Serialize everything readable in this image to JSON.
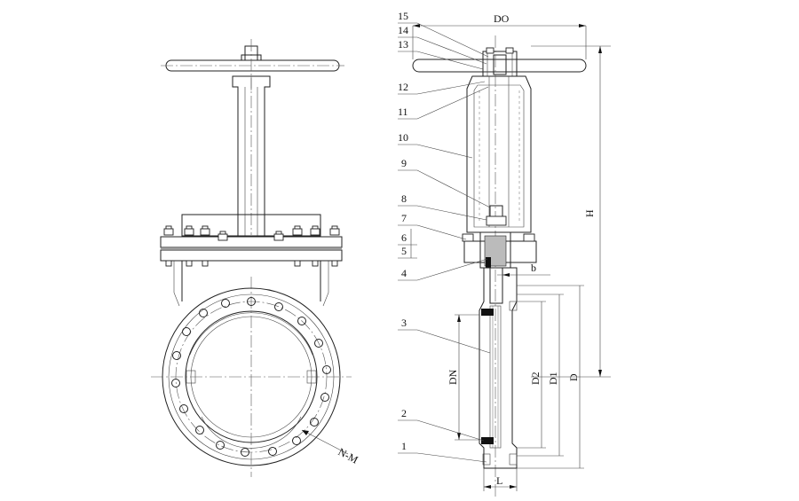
{
  "callouts": [
    {
      "num": "15"
    },
    {
      "num": "14"
    },
    {
      "num": "13"
    },
    {
      "num": "12"
    },
    {
      "num": "11"
    },
    {
      "num": "10"
    },
    {
      "num": "9"
    },
    {
      "num": "8"
    },
    {
      "num": "7"
    },
    {
      "num": "6"
    },
    {
      "num": "5"
    },
    {
      "num": "4"
    },
    {
      "num": "3"
    },
    {
      "num": "2"
    },
    {
      "num": "1"
    }
  ],
  "dimensions": {
    "d0": "DO",
    "h": "H",
    "b": "b",
    "dn": "DN",
    "d2": "D2",
    "d1": "D1",
    "d": "D",
    "l": "L",
    "nm": "N-M"
  }
}
